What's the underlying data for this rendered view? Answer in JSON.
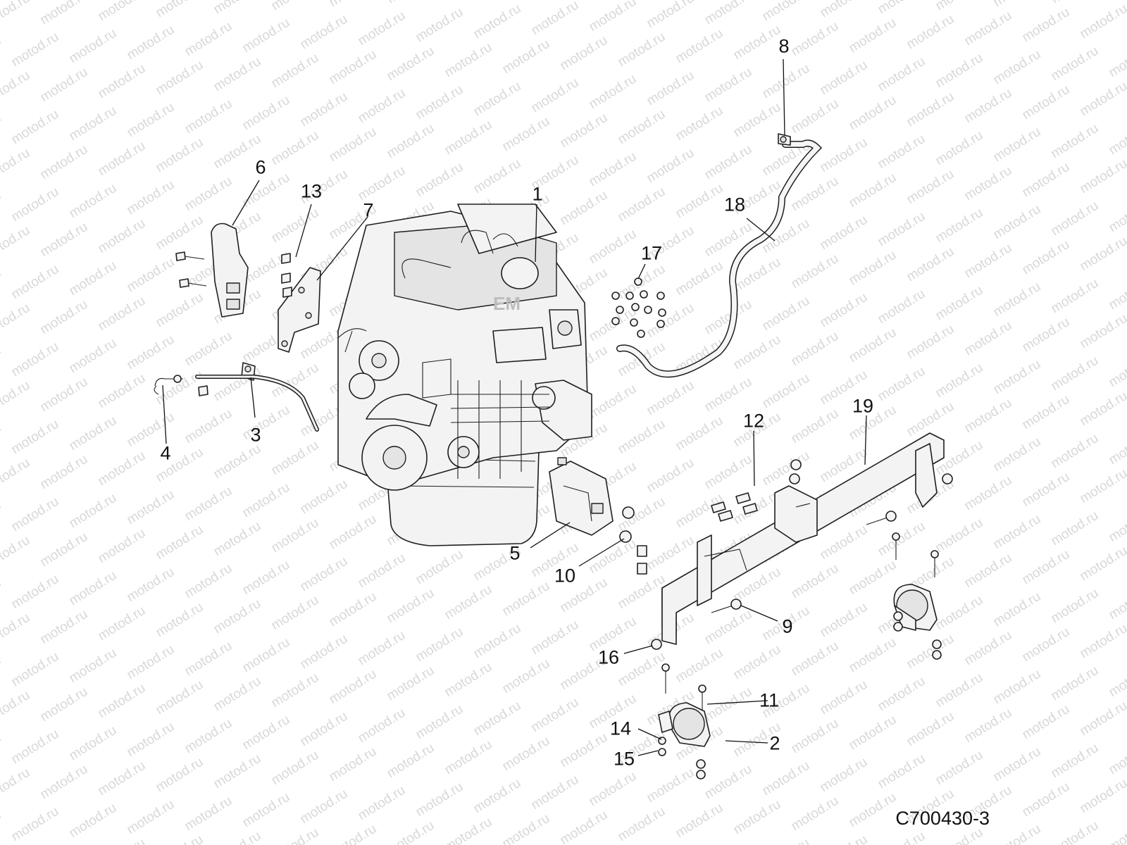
{
  "watermark": "motod.ru",
  "diagram_code": "C700430-3",
  "callouts": [
    "1",
    "2",
    "3",
    "4",
    "5",
    "6",
    "7",
    "8",
    "9",
    "10",
    "11",
    "12",
    "13",
    "14",
    "15",
    "16",
    "17",
    "18",
    "19"
  ],
  "engine_stamp": "EM"
}
